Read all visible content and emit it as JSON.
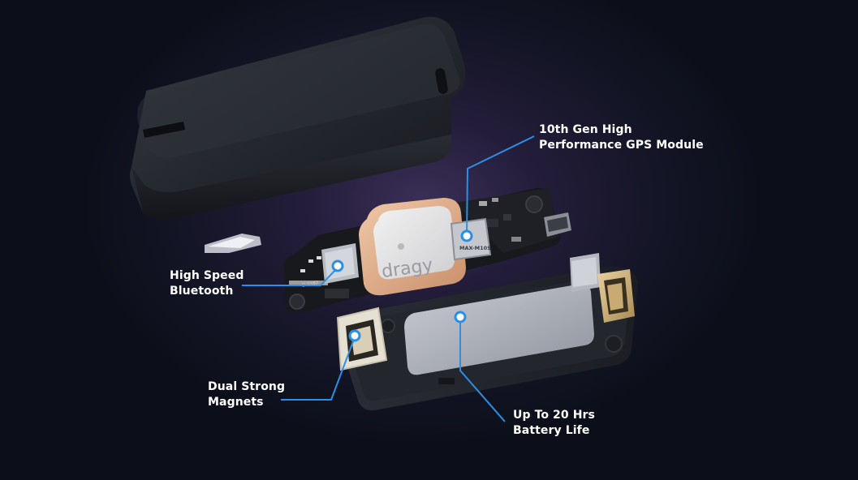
{
  "image": {
    "description_subject": "exploded-view product photo",
    "brand_marking": "dragy",
    "chip_marking": "MAX-M10S",
    "board_marking": "CLSSB2"
  },
  "callouts": {
    "gps": {
      "line1": "10th Gen High",
      "line2": "Performance GPS Module"
    },
    "bluetooth": {
      "line1": "High Speed",
      "line2": "Bluetooth"
    },
    "magnets": {
      "line1": "Dual Strong",
      "line2": "Magnets"
    },
    "battery": {
      "line1": "Up To 20 Hrs",
      "line2": "Battery Life"
    }
  },
  "colors": {
    "accent_line": "#2b8fe6",
    "background": "#0c0f1a",
    "glow": "#3b2f57"
  }
}
